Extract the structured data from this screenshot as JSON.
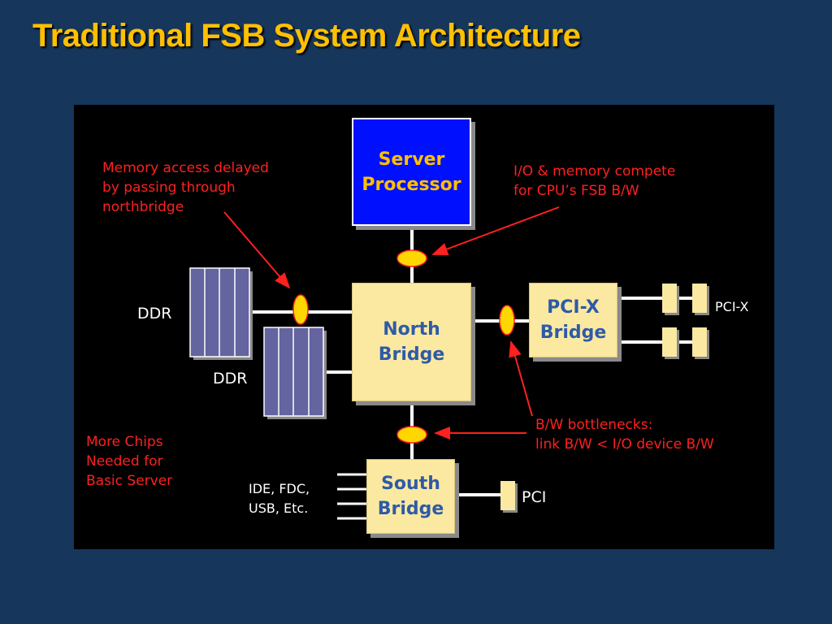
{
  "slide": {
    "title": "Traditional FSB System Architecture"
  },
  "diagram": {
    "processor": "Server\nProcessor",
    "north_bridge": "North\nBridge",
    "south_bridge": "South\nBridge",
    "pcix_bridge": "PCI-X\nBridge",
    "ddr_1": "DDR",
    "ddr_2": "DDR",
    "pcix_label": "PCI-X",
    "pci_label": "PCI",
    "io_devices": "IDE, FDC,\nUSB, Etc.",
    "note_memory": "Memory access delayed\nby passing through\nnorthbridge",
    "note_io": "I/O & memory compete\nfor CPU’s FSB B/W",
    "note_bottleneck": "B/W bottlenecks:\nlink B/W < I/O device B/W",
    "note_chips": "More Chips\nNeeded for\nBasic Server"
  },
  "colors": {
    "background": "#16365c",
    "title": "#ffc000",
    "annotation": "#ff2020",
    "processor": "#0010ff",
    "chip": "#fbe9a1",
    "memory": "#6464a0",
    "bottleneck_marker": "#ffd700"
  }
}
